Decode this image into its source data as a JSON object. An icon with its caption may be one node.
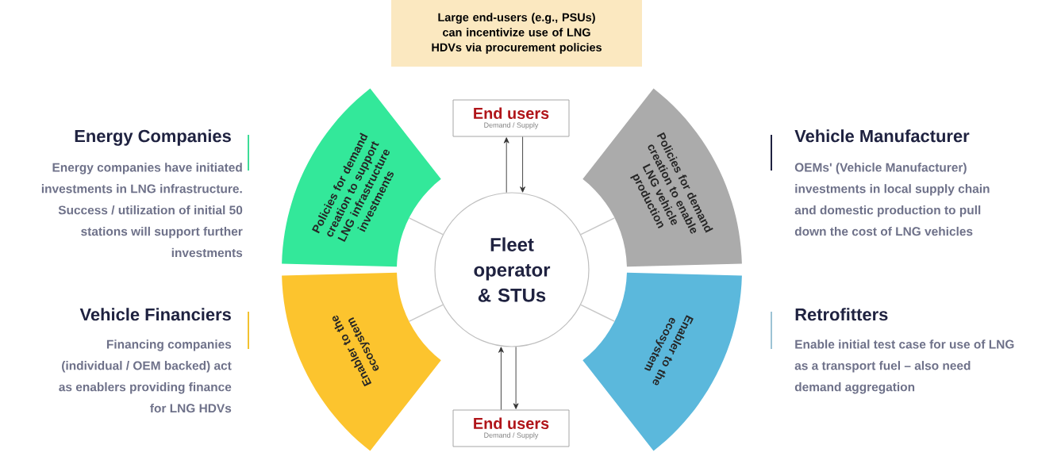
{
  "diagram": {
    "nodes": [
      {
        "text": [
          "Large end-users (e.g., PSUs) can incentivize use of LNG HDVs via procurement policies"
        ]
      },
      {
        "text": [
          "End users",
          "Demand / Supply"
        ]
      },
      {
        "text": [
          "Policies for demand creation to support LNG infrastructure investments"
        ]
      },
      {
        "text": [
          "Policies for demand creation to enable LNG vehicle production"
        ]
      },
      {
        "text": [
          "Fleet operator & STUs"
        ]
      },
      {
        "text": [
          "Enabler to the ecosystem"
        ]
      },
      {
        "text": [
          "Enabler to the ecosystem"
        ]
      },
      {
        "text": [
          "End users",
          "Demand / Supply"
        ]
      }
    ],
    "edges": [
      {
        "from": 4,
        "to": 1,
        "arrow": "to"
      },
      {
        "from": 1,
        "to": 4,
        "arrow": "to"
      },
      {
        "from": 7,
        "to": 4,
        "arrow": "to"
      },
      {
        "from": 4,
        "to": 7,
        "arrow": "to"
      },
      {
        "from": 4,
        "to": 2,
        "arrow": "none",
        "color": "#c8c8c8"
      },
      {
        "from": 4,
        "to": 3,
        "arrow": "none",
        "color": "#c8c8c8"
      },
      {
        "from": 4,
        "to": 5,
        "arrow": "none",
        "color": "#c8c8c8"
      },
      {
        "from": 4,
        "to": 6,
        "arrow": "none",
        "color": "#c8c8c8"
      }
    ],
    "labels": [
      "Energy Companies",
      "Energy companies have initiated investments in LNG infrastructure. Success / utilization of initial 50 stations will support further investments",
      "Vehicle Manufacturer",
      "OEMs' (Vehicle Manufacturer) investments in local supply chain and domestic production to pull down the cost of LNG vehicles",
      "Vehicle Financiers",
      "Financing companies (individual / OEM backed) act as enablers providing finance for LNG HDVs",
      "Retrofitters",
      "Enable initial test case for use of LNG as a transport fuel – also need demand aggregation"
    ]
  }
}
